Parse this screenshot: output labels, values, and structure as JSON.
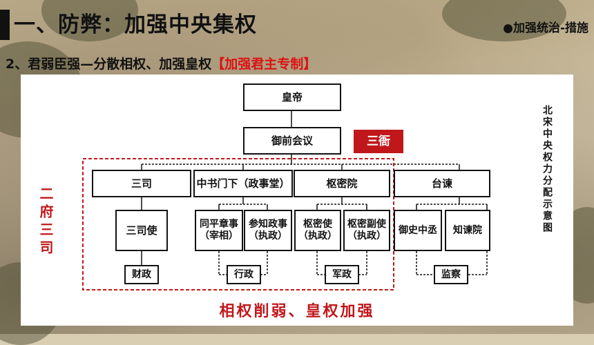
{
  "header": {
    "title": "一、防弊：加强中央集权",
    "tag": "●加强统治-措施"
  },
  "subtitle": {
    "main": "2、君弱臣强—分散相权、加强皇权",
    "highlight": "【加强君主专制】"
  },
  "diagram": {
    "emperor": "皇帝",
    "council": "御前会议",
    "three_yamen": "三衙",
    "departments": [
      "三司",
      "中书门下（政事堂）",
      "枢密院",
      "台谏"
    ],
    "officials": {
      "sansi_shi": "三司使",
      "tongping": [
        "同平章事",
        "（宰相）"
      ],
      "canzhi": [
        "参知政事",
        "（执政）"
      ],
      "shumi_shi": [
        "枢密使",
        "（执政）"
      ],
      "shumi_fushi": [
        "枢密副使",
        "（执政）"
      ],
      "yushi": "御史中丞",
      "zhijian": "知谏院"
    },
    "functions": [
      "财政",
      "行政",
      "军政",
      "监察"
    ],
    "left_label": "二府三司",
    "right_label": "北宋中央权力分配示意图",
    "footer": "相权削弱、皇权加强"
  },
  "colors": {
    "accent_red": "#c0171b",
    "text": "#111111"
  }
}
